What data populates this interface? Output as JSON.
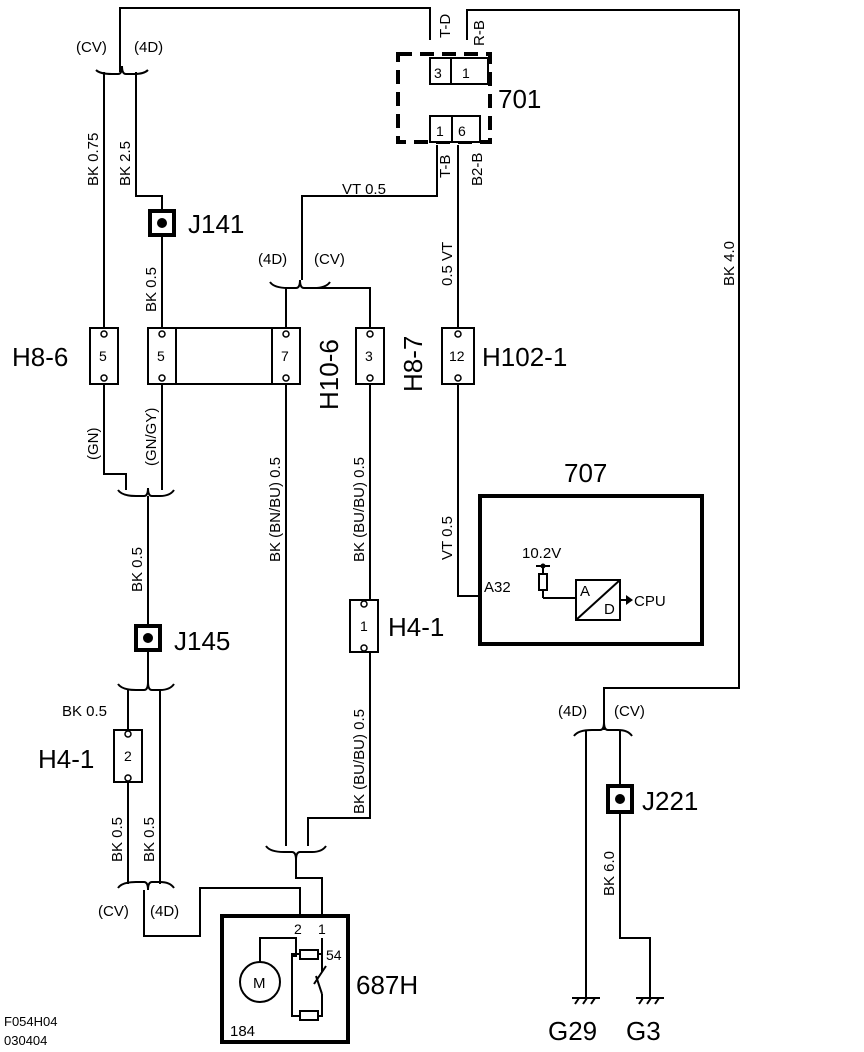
{
  "figure_code": "F054H04",
  "figure_date": "030404",
  "components": {
    "c701": "701",
    "c707": "707",
    "c687h": "687H",
    "motor_symbol": "M",
    "motor_id": "184",
    "adc_a": "A",
    "adc_d": "D",
    "cpu": "CPU",
    "voltage": "10.2V",
    "pin_a32": "A32"
  },
  "connectors": {
    "j141": "J141",
    "j145": "J145",
    "j221": "J221",
    "h8_6": "H8-6",
    "h10_6": "H10-6",
    "h8_7": "H8-7",
    "h102_1": "H102-1",
    "h4_1_mid": "H4-1",
    "h4_1_left": "H4-1",
    "g29": "G29",
    "g3": "G3"
  },
  "pins": {
    "p701_3": "3",
    "p701_1a": "1",
    "p701_1b": "1",
    "p701_6": "6",
    "h8_6_pin": "5",
    "j141_row_pin": "5",
    "h10_6_pin": "7",
    "h8_7_pin": "3",
    "h102_1_pin": "12",
    "h4_1_mid_pin": "1",
    "h4_1_left_pin": "2",
    "m687_pin2": "2",
    "m687_pin1": "1",
    "m687_pin54": "54"
  },
  "wire_labels": {
    "cv_top": "(CV)",
    "d4_top": "(4D)",
    "bk075": "BK  0.75",
    "bk25": "BK  2.5",
    "bk05_a": "BK  0.5",
    "td": "T-D",
    "rb": "R-B",
    "tb": "T-B",
    "b2b": "B2-B",
    "vt05_h": "VT   0.5",
    "vt05_v": "0.5   VT",
    "d4_mid": "(4D)",
    "cv_mid": "(CV)",
    "bk40": "BK  4.0",
    "gn": "(GN)",
    "gngy": "(GN/GY)",
    "bk_bnbu": "BK  (BN/BU)  0.5",
    "bk_bubu": "BK  (BU/BU)  0.5",
    "vt05_707": "VT   0.5",
    "bk05_b": "BK  0.5",
    "bk05_h": "BK   0.5",
    "bk05_c": "BK 0.5",
    "bk05_d": "BK 0.5",
    "cv_bot": "(CV)",
    "d4_bot": "(4D)",
    "bubu_lower": "BK  (BU/BU)   0.5",
    "d4_right": "(4D)",
    "cv_right": "(CV)",
    "bk60": "BK  6.0"
  }
}
